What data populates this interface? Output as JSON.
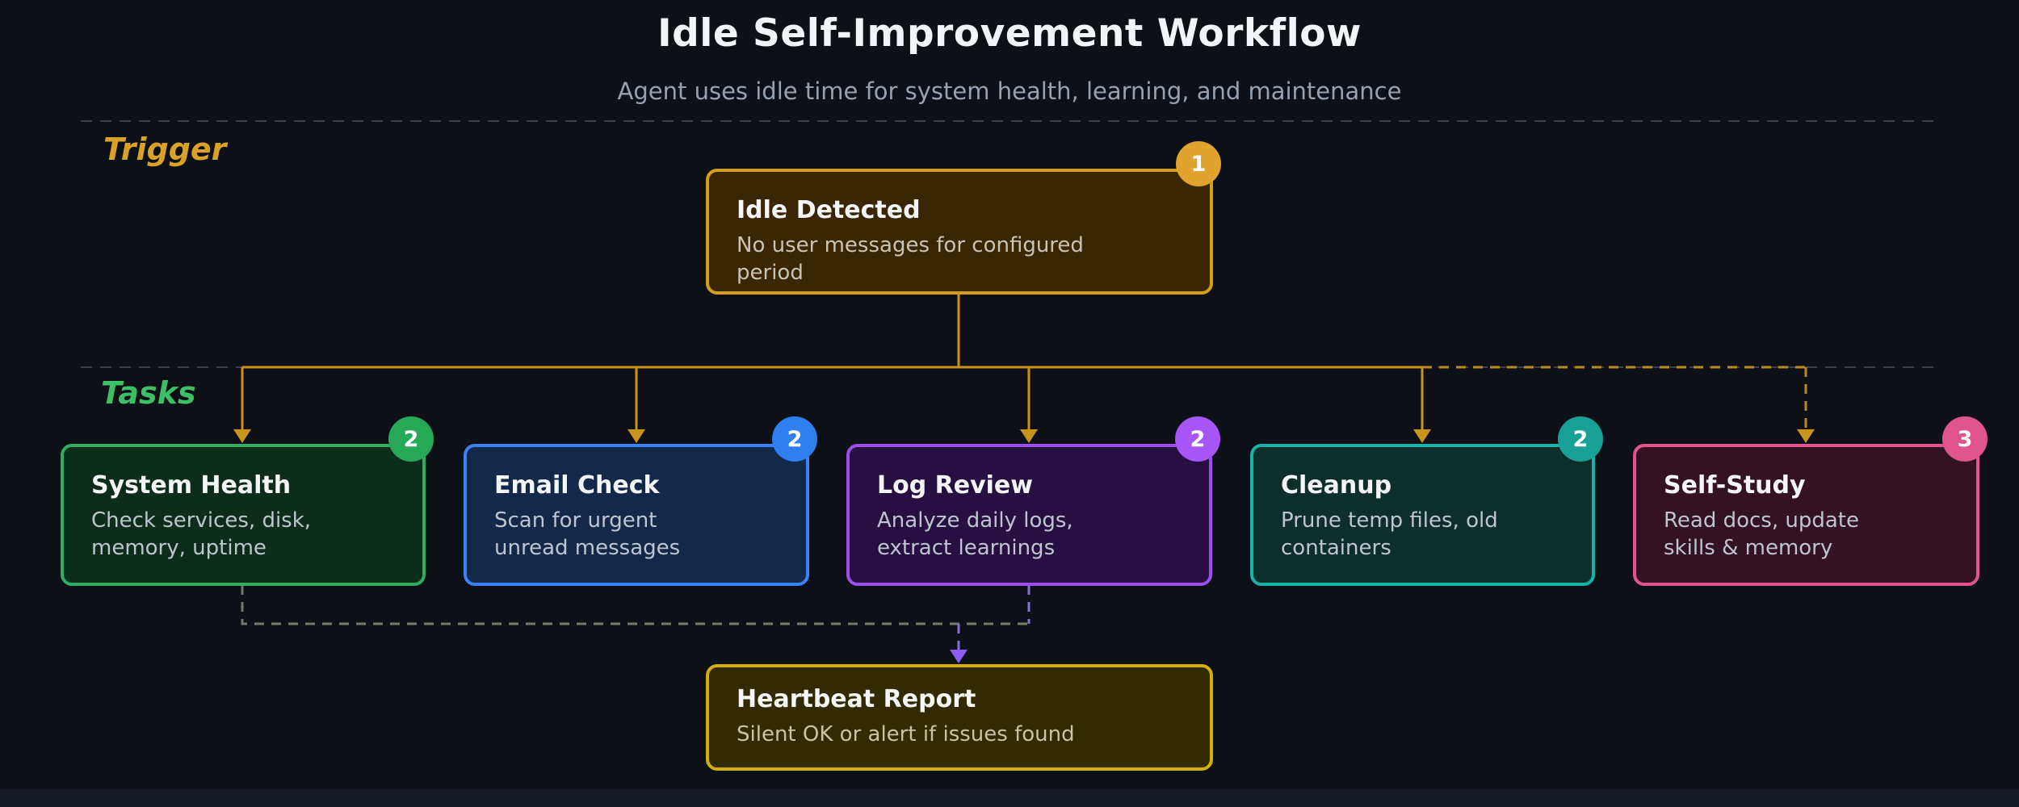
{
  "header": {
    "title": "Idle Self-Improvement Workflow",
    "subtitle": "Agent uses idle time for system health, learning, and maintenance"
  },
  "sections": {
    "trigger": "Trigger",
    "tasks": "Tasks"
  },
  "nodes": {
    "idle_detected": {
      "title": "Idle Detected",
      "description": "No user messages for configured\nperiod",
      "badge": "1",
      "accent": "#d4a017"
    },
    "system_health": {
      "title": "System Health",
      "description": "Check services, disk,\nmemory, uptime",
      "badge": "2",
      "accent": "#2fae60"
    },
    "email_check": {
      "title": "Email Check",
      "description": "Scan for urgent\nunread messages",
      "badge": "2",
      "accent": "#3b82f6"
    },
    "log_review": {
      "title": "Log Review",
      "description": "Analyze daily logs,\nextract learnings",
      "badge": "2",
      "accent": "#9d4eea"
    },
    "cleanup": {
      "title": "Cleanup",
      "description": "Prune temp files, old\ncontainers",
      "badge": "2",
      "accent": "#16b3a6"
    },
    "self_study": {
      "title": "Self-Study",
      "description": "Read docs, update\nskills & memory",
      "badge": "3",
      "accent": "#e2548e"
    },
    "heartbeat_report": {
      "title": "Heartbeat Report",
      "description": "Silent OK or alert if issues found",
      "accent": "#d4af0b"
    }
  },
  "colors": {
    "background": "#0d1117",
    "connector_gold": "#c9941c",
    "connector_purple": "#8b5cf6",
    "section_divider": "#39414e",
    "trigger_label": "#d9a226",
    "tasks_label": "#3dc065",
    "title_text": "#f2f4f8",
    "subtitle_text": "#97a1b0"
  }
}
